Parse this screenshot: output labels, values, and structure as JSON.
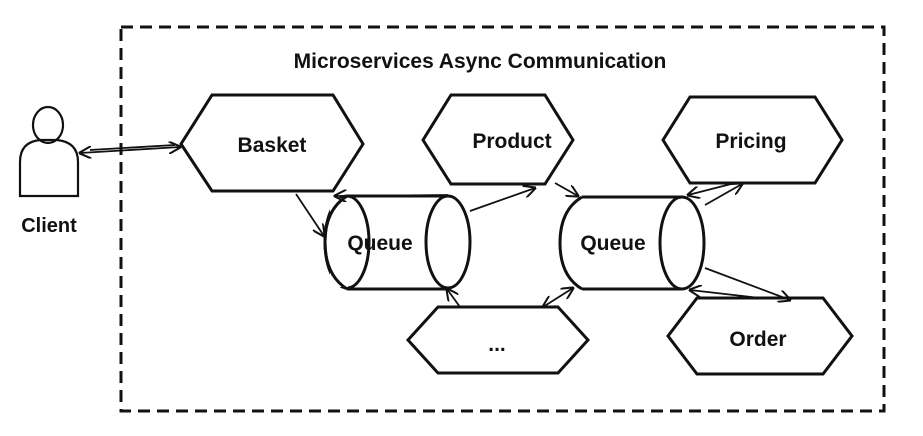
{
  "diagram": {
    "title": "Microservices Async Communication",
    "client_label": "Client",
    "services": {
      "basket": "Basket",
      "product": "Product",
      "pricing": "Pricing",
      "order": "Order",
      "other": "..."
    },
    "queues": {
      "left": "Queue",
      "right": "Queue"
    },
    "stroke_color": "#111111",
    "background_color": "#ffffff"
  }
}
